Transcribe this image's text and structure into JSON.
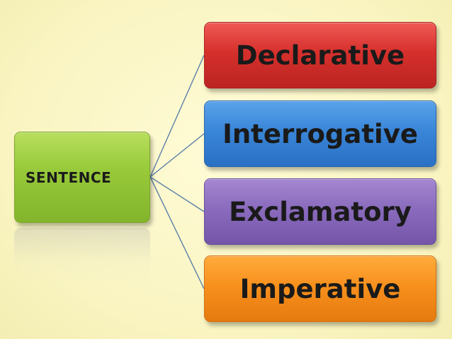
{
  "diagram": {
    "root": {
      "label": "SENTENCE"
    },
    "children": [
      {
        "label": "Declarative",
        "color": "#d6302c"
      },
      {
        "label": "Interrogative",
        "color": "#3a86d8"
      },
      {
        "label": "Exclamatory",
        "color": "#8a6bbd"
      },
      {
        "label": "Imperative",
        "color": "#f7901d"
      }
    ],
    "root_color": "#98ca3a",
    "connector_color": "#5a7fa8",
    "background_color": "#fbf7c9"
  }
}
